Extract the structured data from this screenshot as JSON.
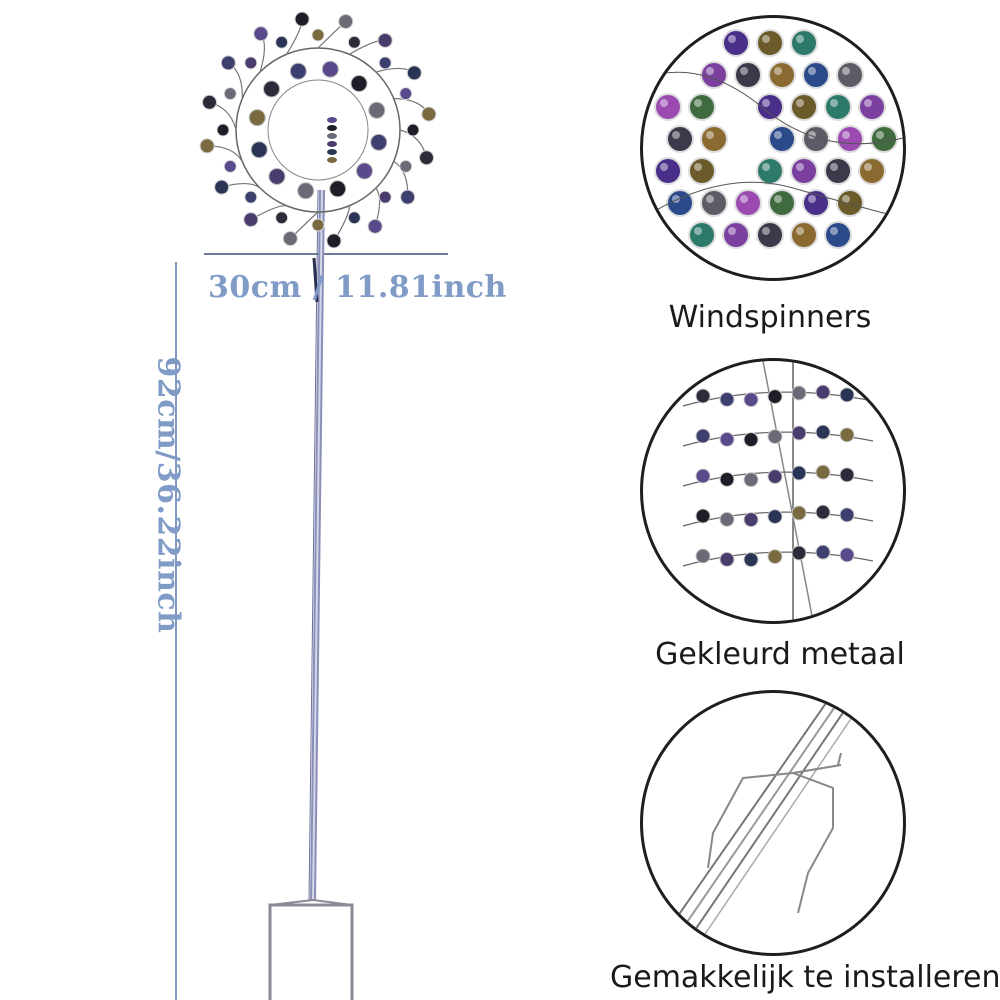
{
  "dimensions": {
    "width_label": "30cm / 11.81inch",
    "height_label": "92cm/36.22inch"
  },
  "features": [
    {
      "caption": "Windspinners",
      "icon": "windspinner-closeup-icon"
    },
    {
      "caption": "Gekleurd metaal",
      "icon": "colored-metal-closeup-icon"
    },
    {
      "caption": "Gemakkelijk te installeren",
      "icon": "ground-stake-closeup-icon"
    }
  ],
  "colors": {
    "dimension_line": "#5b77aa",
    "dimension_text": "#7f9bc6",
    "caption_text": "#1a1a1a",
    "circle_border": "#1e1e1e"
  }
}
